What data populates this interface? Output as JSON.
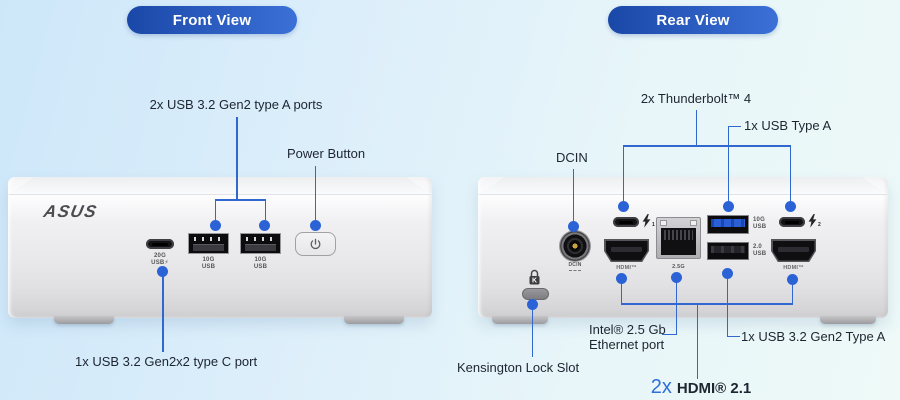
{
  "front_view": {
    "badge": "Front View",
    "brand_logo": "ASUS",
    "callouts": {
      "usb_a": "2x USB 3.2 Gen2 type A ports",
      "power": "Power Button",
      "usb_c": "1x USB 3.2 Gen2x2 type C port"
    },
    "port_labels": {
      "usbc_speed": "20G",
      "usbc_name": "USB⚡",
      "usba_speed": "10G",
      "usba_name": "USB"
    }
  },
  "rear_view": {
    "badge": "Rear View",
    "callouts": {
      "thunderbolt": "2x Thunderbolt™ 4",
      "usb_type_a": "1x  USB Type A",
      "dcin": "DCIN",
      "ethernet_line1": "Intel® 2.5 Gb",
      "ethernet_line2": "Ethernet port",
      "usb_gen2": "1x USB 3.2 Gen2 Type A",
      "kensington": "Kensington Lock Slot",
      "hdmi_count": "2x",
      "hdmi_name": "HDMI® 2.1"
    },
    "port_labels": {
      "dcin": "DCIN",
      "hdmi": "HDMI™",
      "ethernet_speed": "2.5G",
      "usb10g_speed": "10G",
      "usb10g_name": "USB",
      "usb20_speed": "2.0",
      "usb20_name": "USB",
      "tb1_sub": "1",
      "tb2_sub": "2",
      "kensington_k": "K"
    }
  },
  "colors": {
    "accent_line": "#3068d0",
    "accent_dot": "#2b63d6",
    "badge_gradient_start": "#1a48a8",
    "badge_gradient_end": "#3b70d7",
    "hdmi_count_blue": "#2e6fd8"
  }
}
